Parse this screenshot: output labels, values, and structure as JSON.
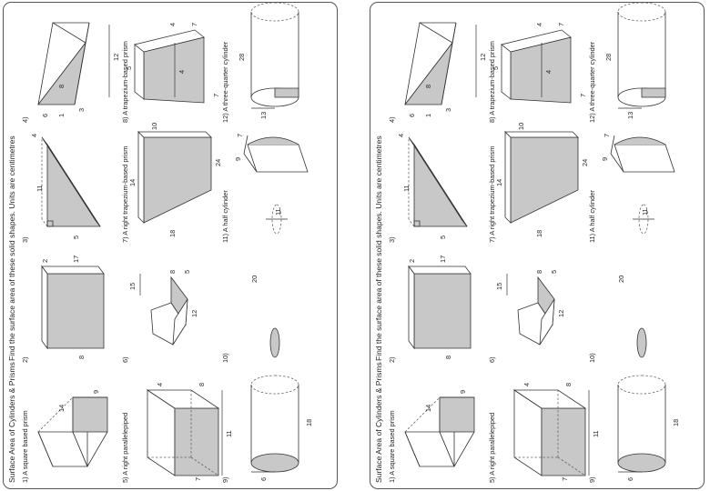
{
  "worksheet": {
    "title": "Surface Area of Cylinders & Prisms",
    "instructions": "Find the surface area of these solid shapes. Units are centimetres",
    "problems": [
      {
        "label": "1) A square based prism",
        "dims": [
          "14",
          "9"
        ]
      },
      {
        "label": "2)",
        "dims": [
          "2",
          "17",
          "8"
        ]
      },
      {
        "label": "3)",
        "dims": [
          "4",
          "11",
          "5"
        ]
      },
      {
        "label": "4)",
        "dims": [
          "12",
          "8",
          "3",
          "1",
          "6"
        ]
      },
      {
        "label": "5) A right parallelepiped",
        "dims": [
          "11",
          "4",
          "8",
          "7"
        ]
      },
      {
        "label": "6)",
        "dims": [
          "15",
          "8",
          "12",
          "5"
        ]
      },
      {
        "label": "7) A right trapezium-based prism",
        "dims": [
          "14",
          "10",
          "18",
          "24"
        ]
      },
      {
        "label": "8) A trapezium-based prism",
        "dims": [
          "5",
          "4",
          "7",
          "4",
          "7"
        ]
      },
      {
        "label": "9)",
        "dims": [
          "6",
          "18"
        ]
      },
      {
        "label": "10)",
        "dims": [
          "20"
        ]
      },
      {
        "label": "11) A half cylinder",
        "dims": [
          "11",
          "9",
          "7"
        ]
      },
      {
        "label": "12) A three-quarter cylinder",
        "dims": [
          "28",
          "13"
        ]
      }
    ]
  },
  "colors": {
    "shade": "#c8c8c8",
    "line": "#333333",
    "dash": "#666666"
  }
}
